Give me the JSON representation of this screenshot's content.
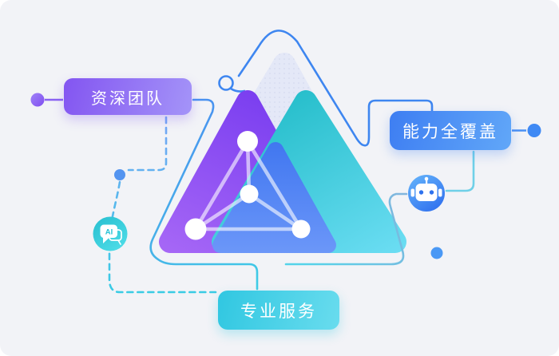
{
  "title": "capability illustration",
  "tags": {
    "senior_team": "资深团队",
    "full_coverage": "能力全覆盖",
    "professional_service": "专业服务"
  },
  "icons": {
    "ai_chat": "ai-chat-bubble-icon",
    "ai_label": "AI",
    "robot": "robot-icon",
    "network": "network-graph-icon"
  },
  "colors": {
    "background": "#f2f3f7",
    "senior_tag_gradient": [
      "#8355f1",
      "#a494f8"
    ],
    "coverage_tag_gradient": [
      "#3e7ef2",
      "#61a7f8"
    ],
    "service_tag_gradient": [
      "#30c7e1",
      "#69dcee"
    ],
    "purple_triangle": [
      "#7a3ef0",
      "#a768f6"
    ],
    "teal_triangle": [
      "#28bfcc",
      "#6ddef4"
    ],
    "overlap_triangle": [
      "#4177f0",
      "#6d98f9"
    ],
    "pale_triangle": "#e4e8f7",
    "outline_blue": "#3e86f0",
    "outline_teal": "#3ecfe6",
    "robot_badge": "#3d86f3",
    "ai_badge": "#35cddd",
    "accent_dot_purple": "#8a5cf2",
    "accent_dot_blue": "#4a90f4"
  }
}
